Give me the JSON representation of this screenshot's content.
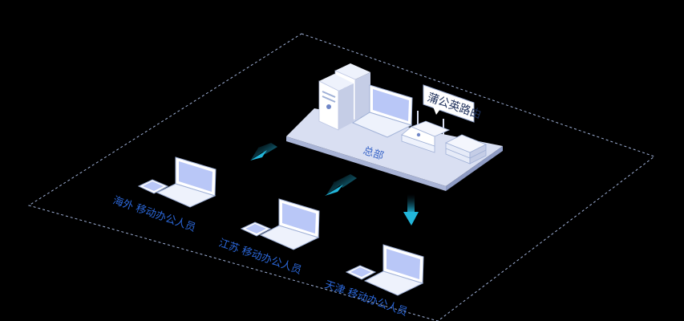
{
  "diagram": {
    "hq_label": "总部",
    "router_label": "蒲公英路由",
    "remote_sites": [
      {
        "label": "海外 移动办公人员"
      },
      {
        "label": "江苏 移动办公人员"
      },
      {
        "label": "天津 移动办公人员"
      }
    ]
  },
  "colors": {
    "background": "#000000",
    "boundary": "#9fb0d6",
    "platform": "#d9dff2",
    "screen": "#b9c7f7",
    "arrow": "#1fa7c9",
    "label": "#2b66d6"
  }
}
